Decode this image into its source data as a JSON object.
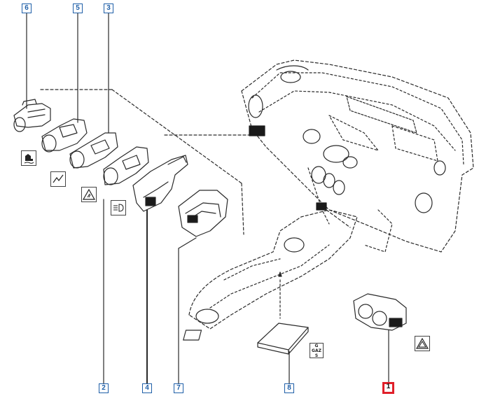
{
  "callouts": {
    "c1": "1",
    "c2": "2",
    "c3": "3",
    "c4": "4",
    "c5": "5",
    "c6": "6",
    "c7": "7",
    "c8": "8"
  },
  "symbols": {
    "seat_heater": "seat-heater-icon",
    "curve": "wave-curve-icon",
    "esp_off": "traction-warning-icon",
    "headlamp": "headlamp-level-icon",
    "hazard": "hazard-triangle-icon",
    "gaz_line1": "G",
    "gaz_line2": "GAZ",
    "gaz_line3": "S"
  },
  "colors": {
    "callout_border": "#1f5fa8",
    "highlight_border": "#e0202a",
    "line_art": "#2a2a2a"
  }
}
